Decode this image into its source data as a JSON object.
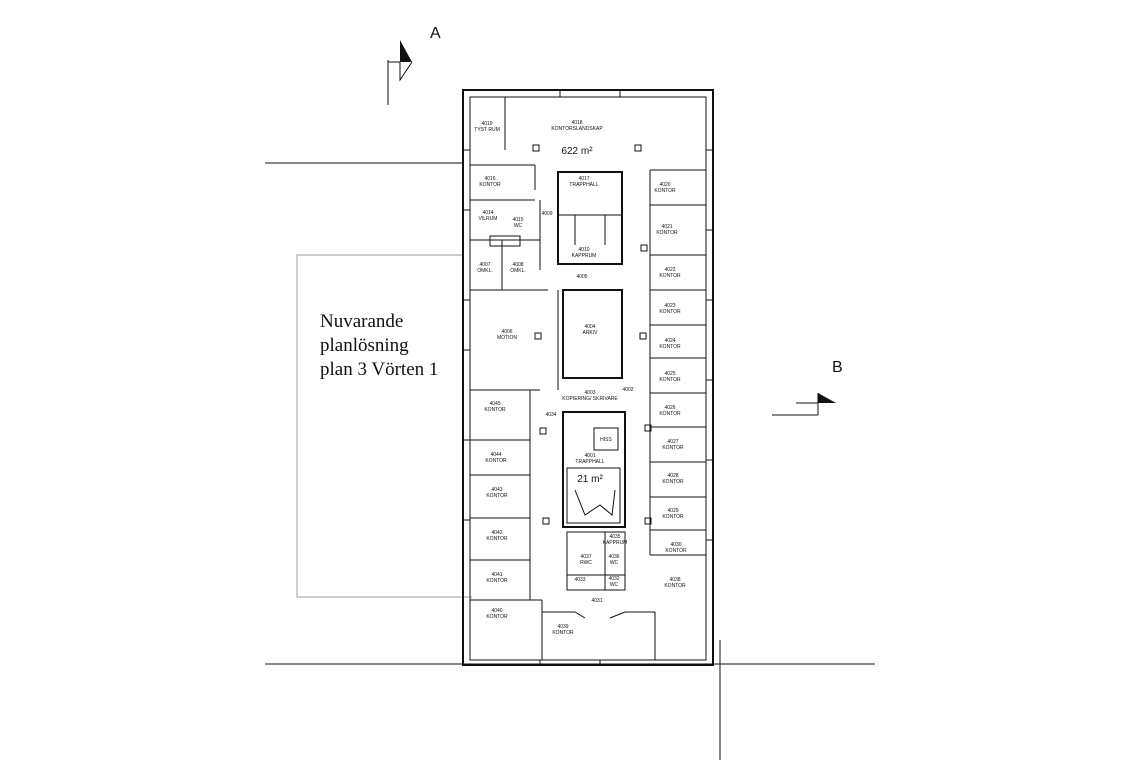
{
  "caption": [
    "Nuvarande",
    "planlösning",
    "plan 3 Vörten 1"
  ],
  "section_markers": {
    "a": "A",
    "b": "B"
  },
  "areas": {
    "main": "622 m²",
    "stair": "21 m²"
  },
  "rooms": [
    {
      "number": "4019",
      "name": "TYST RUM"
    },
    {
      "number": "4018",
      "name": "KONTORSLANDSKAP"
    },
    {
      "number": "4016",
      "name": "KONTOR"
    },
    {
      "number": "4017",
      "name": "TRAPPHALL"
    },
    {
      "number": "4020",
      "name": "KONTOR"
    },
    {
      "number": "4014",
      "name": "VILRUM"
    },
    {
      "number": "4015",
      "name": "WC"
    },
    {
      "number": "4009",
      "name": ""
    },
    {
      "number": "4010",
      "name": "KAPPRUM"
    },
    {
      "number": "4021",
      "name": "KONTOR"
    },
    {
      "number": "4007",
      "name": "OMKL."
    },
    {
      "number": "4008",
      "name": "OMKL."
    },
    {
      "number": "4022",
      "name": "KONTOR"
    },
    {
      "number": "4005",
      "name": ""
    },
    {
      "number": "4023",
      "name": "KONTOR"
    },
    {
      "number": "4006",
      "name": "MOTION"
    },
    {
      "number": "4004",
      "name": "ARKIV"
    },
    {
      "number": "4024",
      "name": "KONTOR"
    },
    {
      "number": "4025",
      "name": "KONTOR"
    },
    {
      "number": "4003",
      "name": "KOPIERING/ SKRIVARE"
    },
    {
      "number": "4002",
      "name": ""
    },
    {
      "number": "4045",
      "name": "KONTOR"
    },
    {
      "number": "4034",
      "name": ""
    },
    {
      "number": "4026",
      "name": "KONTOR"
    },
    {
      "number": "",
      "name": "HISS"
    },
    {
      "number": "4001",
      "name": "TRAPPHALL"
    },
    {
      "number": "4027",
      "name": "KONTOR"
    },
    {
      "number": "4044",
      "name": "KONTOR"
    },
    {
      "number": "4028",
      "name": "KONTOR"
    },
    {
      "number": "4043",
      "name": "KONTOR"
    },
    {
      "number": "4029",
      "name": "KONTOR"
    },
    {
      "number": "4042",
      "name": "KONTOR"
    },
    {
      "number": "4035",
      "name": "KAPPRUM"
    },
    {
      "number": "4030",
      "name": "KONTOR"
    },
    {
      "number": "4037",
      "name": "RWC"
    },
    {
      "number": "4036",
      "name": "WC"
    },
    {
      "number": "4041",
      "name": "KONTOR"
    },
    {
      "number": "4038",
      "name": "KONTOR"
    },
    {
      "number": "4033",
      "name": ""
    },
    {
      "number": "4032",
      "name": "WC"
    },
    {
      "number": "4031",
      "name": ""
    },
    {
      "number": "4040",
      "name": "KONTOR"
    },
    {
      "number": "4039",
      "name": "KONTOR"
    }
  ]
}
